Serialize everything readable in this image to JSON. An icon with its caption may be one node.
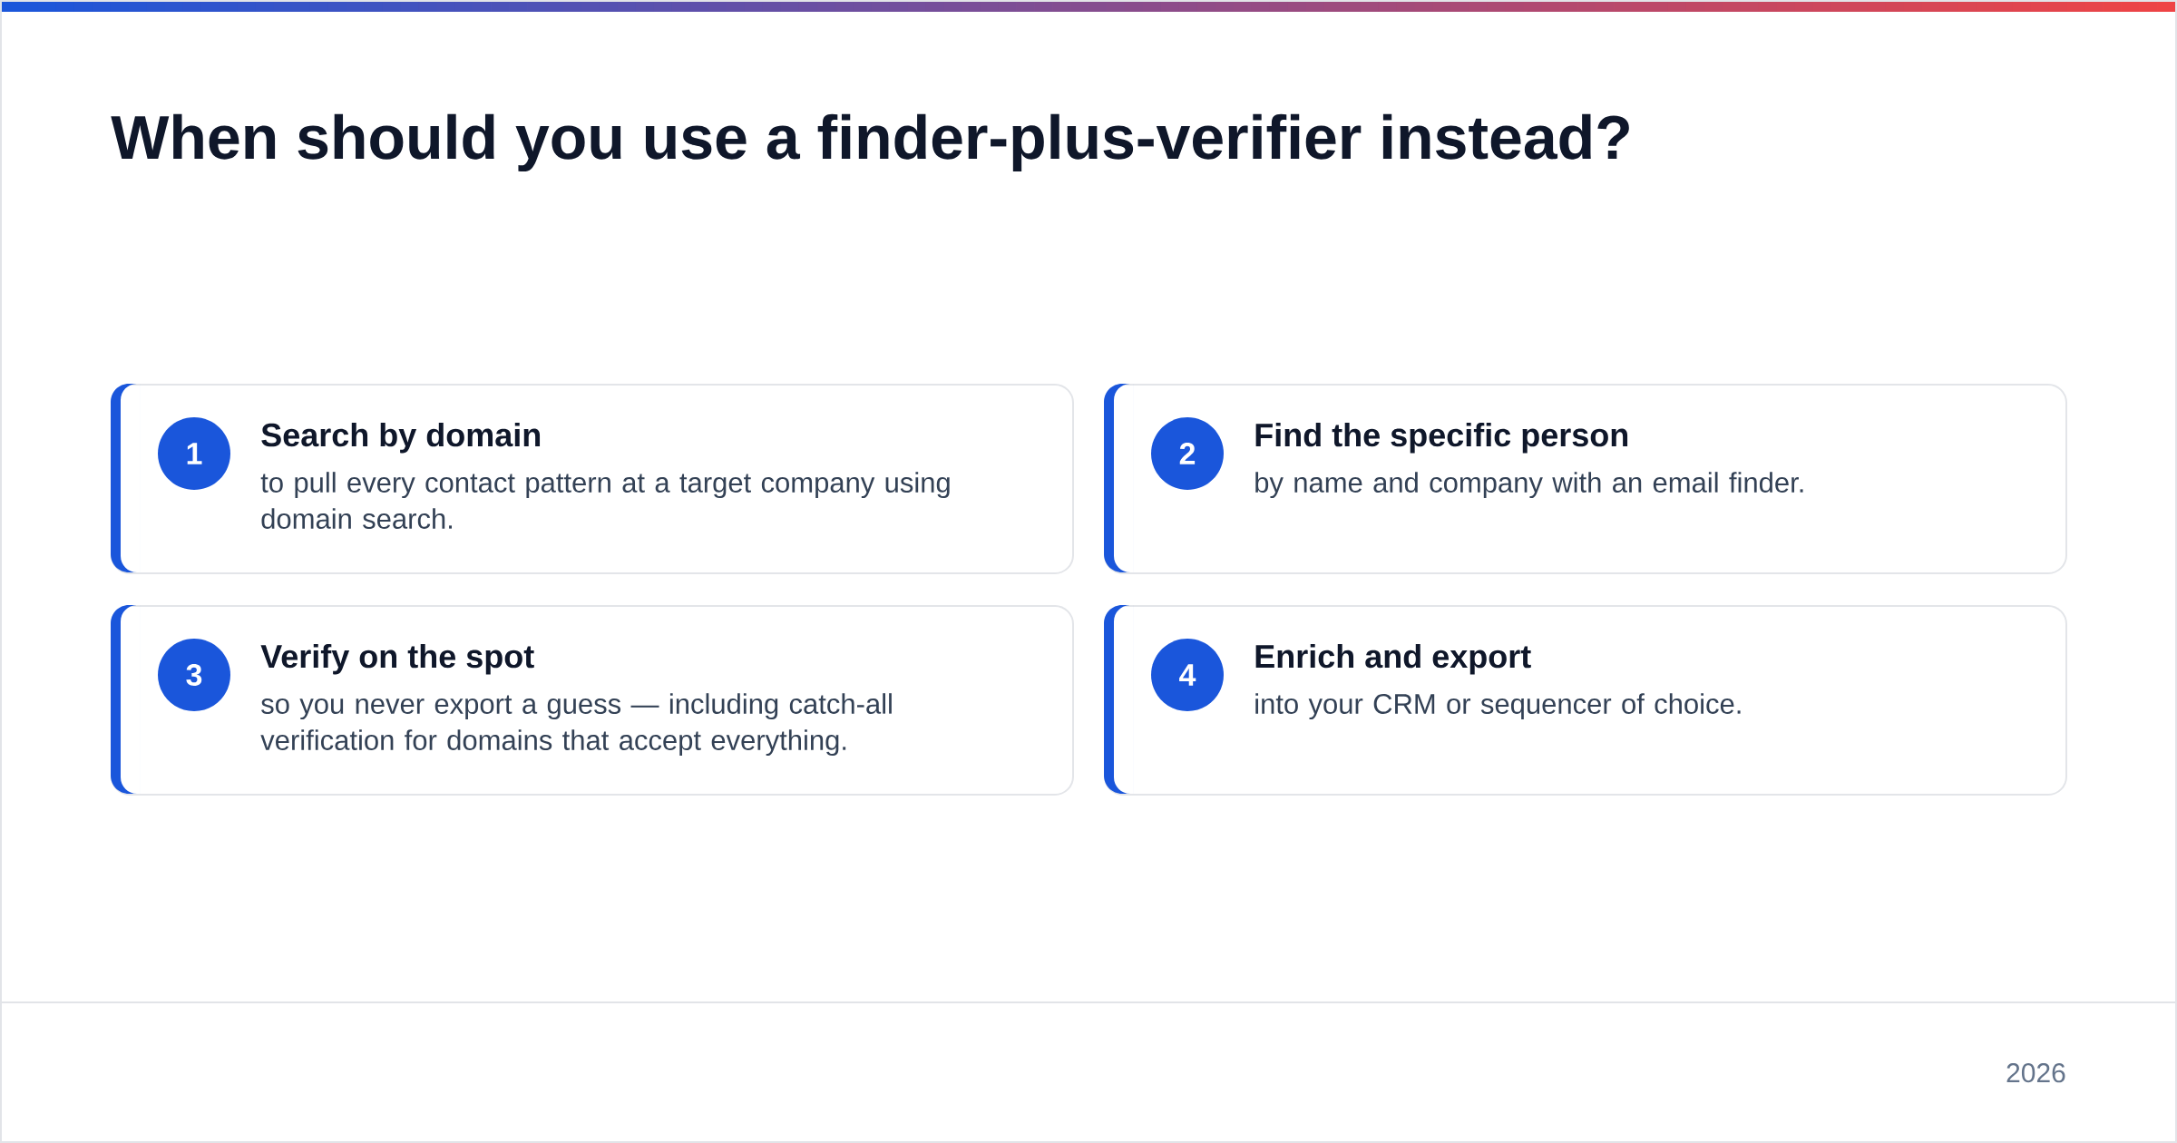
{
  "diagram": {
    "title": "When should you use a finder-plus-verifier instead?",
    "nodes": [
      {
        "text": [
          "Search by domain",
          "to pull every contact pattern at a target company using domain search."
        ]
      },
      {
        "text": [
          "1"
        ],
        "in": 0
      },
      {
        "text": [
          "Find the specific person",
          "by name and company with an email finder."
        ]
      },
      {
        "text": [
          "2"
        ],
        "in": 2
      },
      {
        "text": [
          "Verify on the spot",
          "so you never export a guess — including catch-all verification for domains that accept everything."
        ]
      },
      {
        "text": [
          "3"
        ],
        "in": 4
      },
      {
        "text": [
          "Enrich and export",
          "into your CRM or sequencer of choice."
        ]
      },
      {
        "text": [
          "4"
        ],
        "in": 6
      }
    ],
    "labels": [
      "2026"
    ]
  }
}
